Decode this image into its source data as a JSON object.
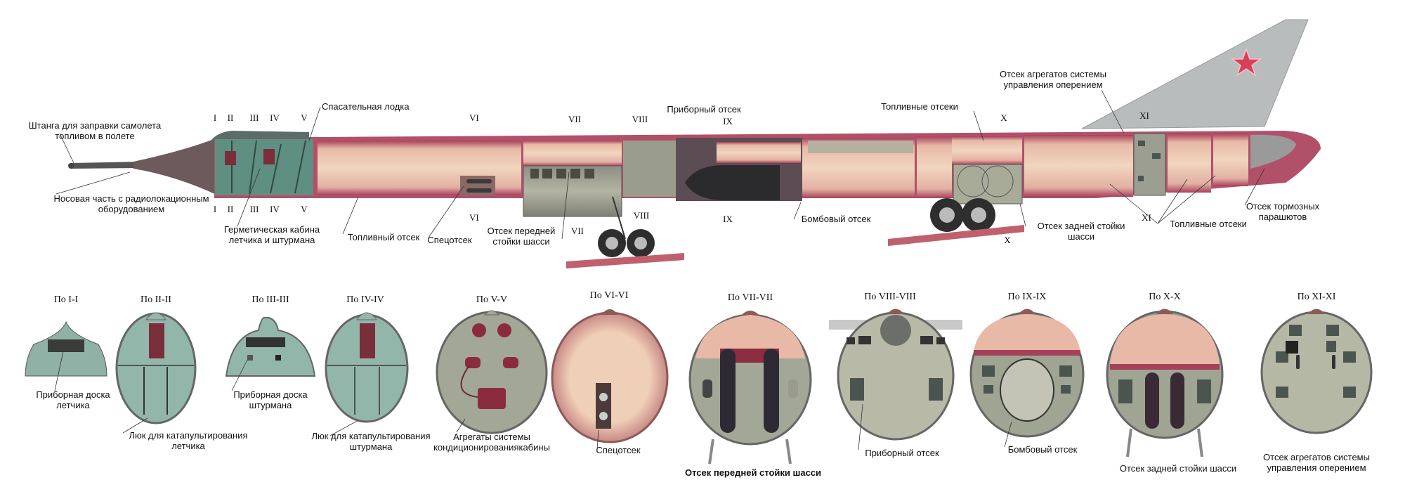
{
  "colors": {
    "fuel_tank": "#ecc9b0",
    "fuselage_skin": "#b2506a",
    "cockpit": "#5f8f80",
    "equipment_bay": "#a9ab99",
    "bomb": "#2b2b2d",
    "fin": "#b9bcbc",
    "star": "#d8405a"
  },
  "side_view": {
    "labels": {
      "refuel_probe": [
        "Штанга для заправки самолета",
        "топливом в полете"
      ],
      "nose_radar": [
        "Носовая часть с радиолокационным",
        "оборудованием"
      ],
      "life_raft": "Спасательная лодка",
      "cabin": [
        "Герметическая кабина",
        "летчика и штурмана"
      ],
      "fuel_bay": "Топливный отсек",
      "special_bay": "Спецотсек",
      "nose_gear_bay": [
        "Отсек передней",
        "стойки шасси"
      ],
      "instrument_bay": "Приборный отсек",
      "bomb_bay": "Бомбовый отсек",
      "fuel_bays_top": "Топливные отсеки",
      "tail_control_bay": [
        "Отсек агрегатов системы",
        "управления оперением"
      ],
      "main_gear_bay": [
        "Отсек задней стойки",
        "шасси"
      ],
      "fuel_bays_bottom": "Топливные отсеки",
      "brake_chute_bay": [
        "Отсек тормозных",
        "парашютов"
      ]
    },
    "section_marks": [
      "I",
      "II",
      "III",
      "IV",
      "V",
      "VI",
      "VII",
      "VIII",
      "IX",
      "X",
      "XI"
    ]
  },
  "cross_sections": [
    {
      "title": "По I-I",
      "caption": [
        "Приборная доска",
        "летчика"
      ]
    },
    {
      "title": "По II-II",
      "caption": [
        "Люк для катапультирования",
        "летчика"
      ]
    },
    {
      "title": "По III-III",
      "caption": [
        "Приборная доска",
        "штурмана"
      ]
    },
    {
      "title": "По IV-IV",
      "caption": [
        "Люк для катапультирования",
        "штурмана"
      ]
    },
    {
      "title": "По V-V",
      "caption": [
        "Агрегаты системы",
        "кондиционированиякабины"
      ]
    },
    {
      "title": "По VI-VI",
      "caption": [
        "Спецотсек"
      ]
    },
    {
      "title": "По VII-VII",
      "caption": [
        "Отсек передней стойки шасси"
      ]
    },
    {
      "title": "По VIII-VIII",
      "caption": [
        "Приборный отсек"
      ]
    },
    {
      "title": "По IX-IX",
      "caption": [
        "Бомбовый отсек"
      ]
    },
    {
      "title": "По X-X",
      "caption": [
        "Отсек задней стойки шасси"
      ]
    },
    {
      "title": "По XI-XI",
      "caption": [
        "Отсек агрегатов системы",
        "управления оперением"
      ]
    }
  ]
}
